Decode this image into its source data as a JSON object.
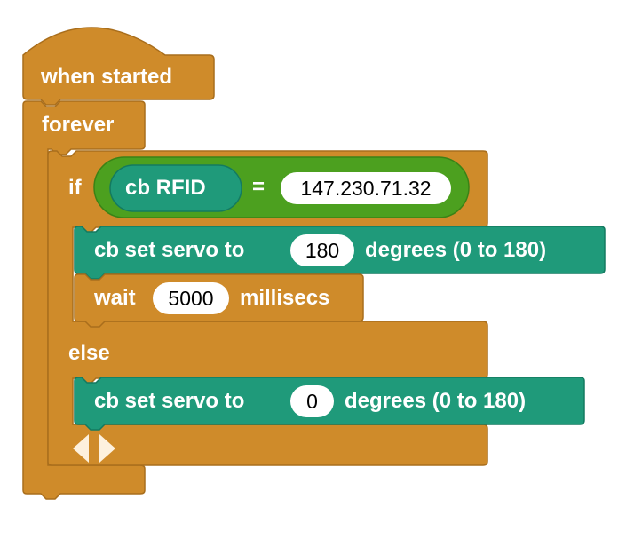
{
  "hat_block": {
    "label": "when started"
  },
  "forever_block": {
    "label": "forever"
  },
  "if_block": {
    "if_label": "if",
    "else_label": "else",
    "condition": {
      "reporter_label": "cb RFID",
      "operator": "=",
      "value": "147.230.71.32"
    }
  },
  "then_blocks": {
    "servo": {
      "prefix": "cb set servo to",
      "value": "180",
      "suffix": "degrees (0 to 180)"
    },
    "wait": {
      "prefix": "wait",
      "value": "5000",
      "suffix": "millisecs"
    }
  },
  "else_blocks": {
    "servo": {
      "prefix": "cb set servo to",
      "value": "0",
      "suffix": "degrees (0 to 180)"
    }
  },
  "colors": {
    "control": "#cf8b2a",
    "control_border": "#a96e1c",
    "operator": "#4ca01f",
    "operator_border": "#3a8216",
    "sensor": "#1f9a7a",
    "sensor_border": "#137a60"
  },
  "icons": {
    "left": "arrow-left-icon",
    "right": "arrow-right-icon"
  }
}
